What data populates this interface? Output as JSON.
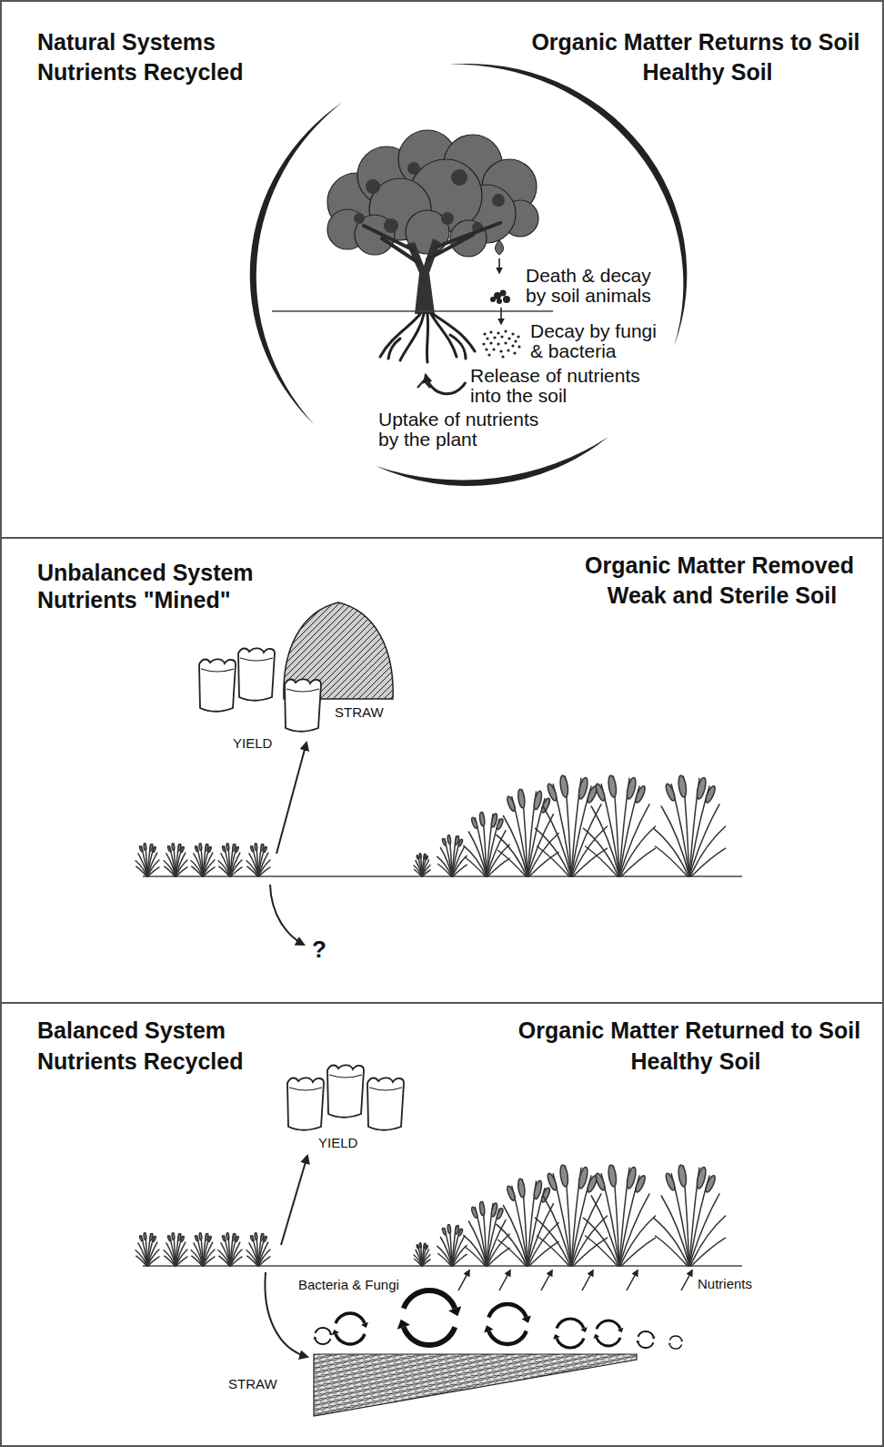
{
  "diagram": {
    "nodes": [
      {
        "text": [
          "Natural Systems",
          "Nutrients Recycled",
          "Organic Matter Returns to Soil",
          "Healthy Soil"
        ]
      },
      {
        "text": [
          "Unbalanced System",
          "Nutrients \"Mined\"",
          "Organic Matter Removed",
          "Weak and Sterile Soil"
        ]
      },
      {
        "text": [
          "Balanced System",
          "Nutrients Recycled",
          "Organic Matter Returned to Soil",
          "Healthy Soil"
        ]
      }
    ],
    "labels": [
      "Death & decay by soil animals",
      "Decay by fungi & bacteria",
      "Release of nutrients into the soil",
      "Uptake of nutrients by the plant",
      "STRAW",
      "YIELD",
      "?",
      "YIELD",
      "Bacteria & Fungi",
      "Nutrients",
      "STRAW"
    ]
  }
}
